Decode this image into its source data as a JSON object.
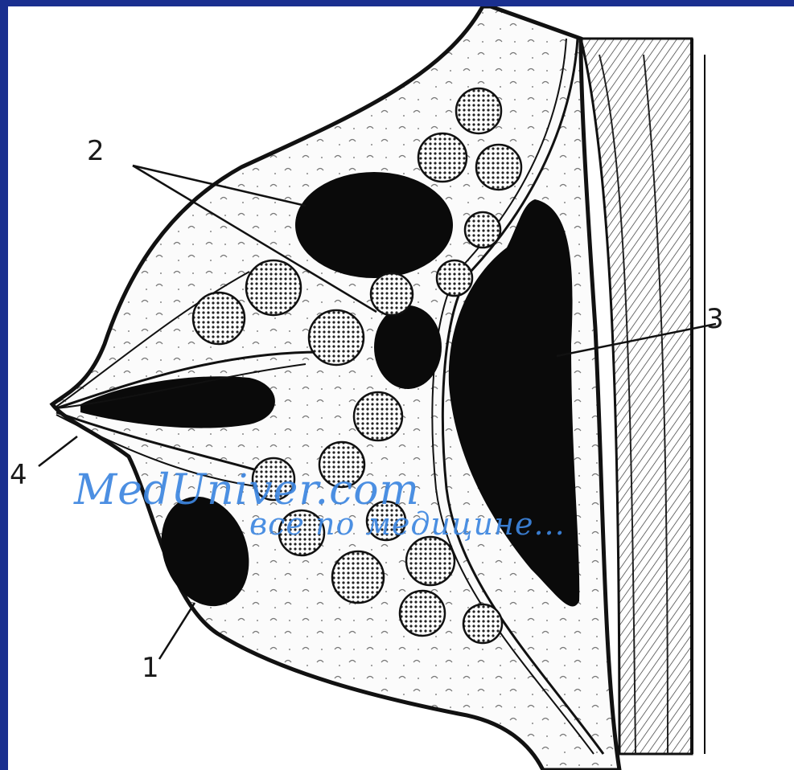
{
  "labels": {
    "l1": "1",
    "l2": "2",
    "l3": "3",
    "l4": "4"
  },
  "watermark": {
    "line1": "MedUniver.com",
    "line2": "все по медицине..."
  },
  "colors": {
    "frame": "#1a2f8f",
    "ink": "#111111",
    "watermark": "#3d86e0"
  }
}
